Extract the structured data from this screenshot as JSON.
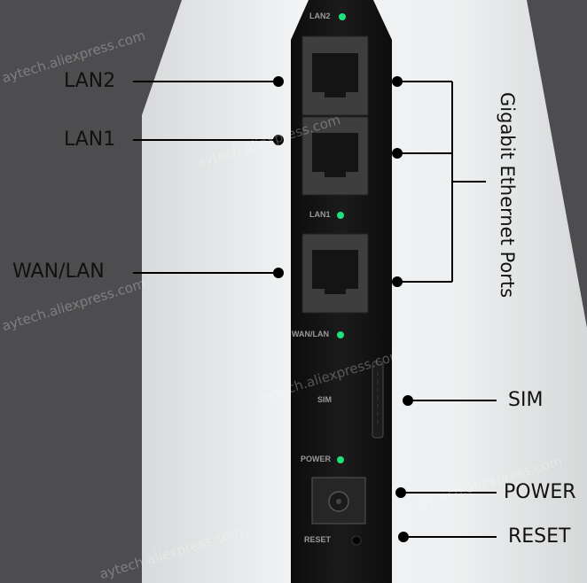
{
  "callouts": {
    "lan2": "LAN2",
    "lan1": "LAN1",
    "wan_lan": "WAN/LAN",
    "sim": "SIM",
    "power": "POWER",
    "reset": "RESET",
    "gigabit": "Gigabit Ethernet Ports"
  },
  "device_labels": {
    "lan2": "LAN2",
    "lan1": "LAN1",
    "wan_lan": "WAN/LAN",
    "sim": "SIM",
    "power": "POWER",
    "reset": "RESET"
  },
  "watermark": "aytech.aliexpress.com",
  "colors": {
    "background": "#4d4d4f",
    "device_body": "#e9ebec",
    "panel": "#111111",
    "led": "#1fe07a",
    "callout_line": "#000000"
  }
}
